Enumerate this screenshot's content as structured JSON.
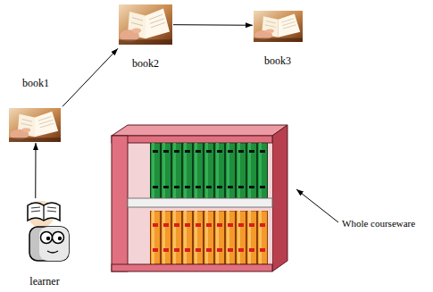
{
  "diagram": {
    "nodes": [
      {
        "text": [
          "book1"
        ]
      },
      {
        "text": [
          "book2"
        ]
      },
      {
        "text": [
          "book3"
        ]
      },
      {
        "text": [
          "learner"
        ]
      }
    ],
    "edges": [
      {
        "from": 3,
        "to": 0,
        "arrow": "to"
      },
      {
        "from": 0,
        "to": 1,
        "arrow": "to"
      },
      {
        "from": 1,
        "to": 2,
        "arrow": "to"
      }
    ],
    "labels": [
      "Whole courseware"
    ]
  }
}
